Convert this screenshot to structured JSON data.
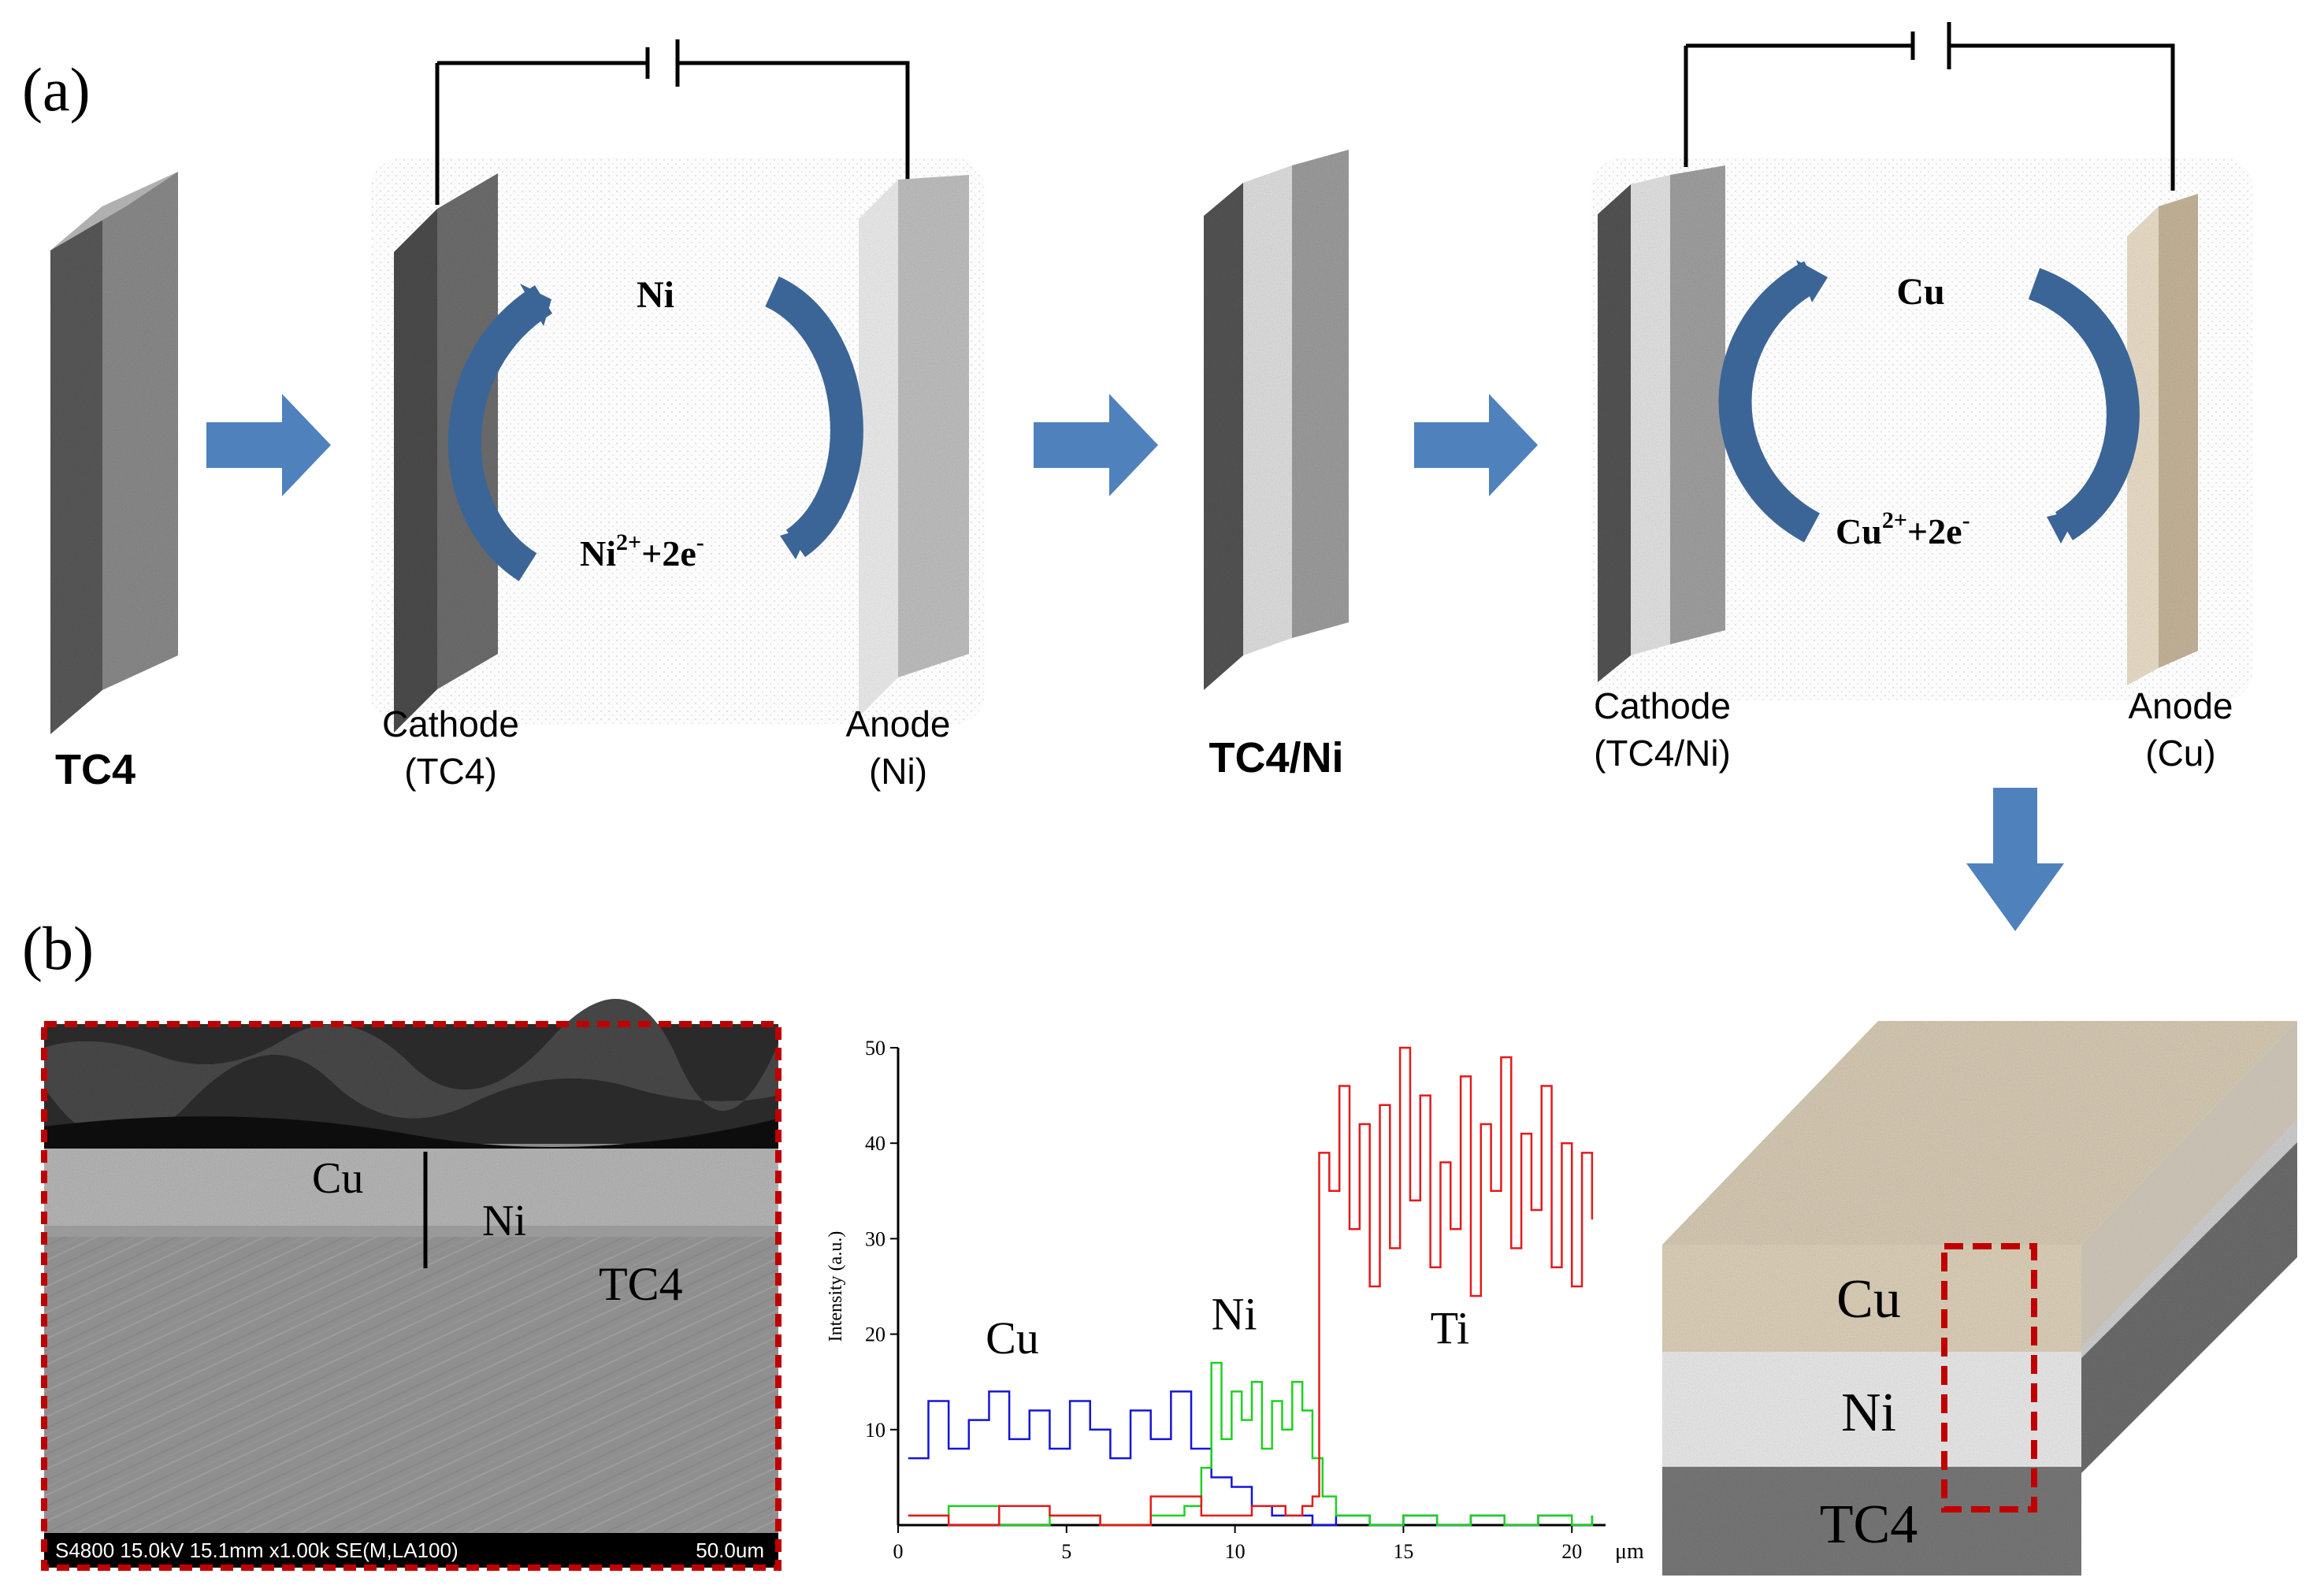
{
  "panel_a": {
    "label": "(a)",
    "stage1": {
      "label": "TC4"
    },
    "bath1": {
      "cathode": "Cathode",
      "cathode_sub": "(TC4)",
      "anode": "Anode",
      "anode_sub": "(Ni)",
      "metal": "Ni",
      "ion": "Ni",
      "ion_sup": "2+",
      "electrons": "+2e",
      "electron_sup": "-"
    },
    "stage3": {
      "label": "TC4/Ni"
    },
    "bath2": {
      "cathode": "Cathode",
      "cathode_sub": "(TC4/Ni)",
      "anode": "Anode",
      "anode_sub": "(Cu)",
      "metal": "Cu",
      "ion": "Cu",
      "ion_sup": "2+",
      "electrons": "+2e",
      "electron_sup": "-"
    }
  },
  "panel_b": {
    "label": "(b)",
    "sem": {
      "cu": "Cu",
      "ni": "Ni",
      "tc4": "TC4",
      "info": "S4800 15.0kV 15.1mm x1.00k SE(M,LA100)",
      "scale": "50.0um"
    },
    "block": {
      "cu": "Cu",
      "ni": "Ni",
      "tc4": "TC4"
    }
  },
  "colors": {
    "arrow": "#4f81bd",
    "cu_line": "#e31a1c",
    "ni_line": "#1fd11f",
    "cu_scan": "#1515d6",
    "highlight": "#c00000"
  },
  "chart_data": {
    "type": "line",
    "xlabel": "μm",
    "ylabel": "Intensity (a.u.)",
    "xlim": [
      0,
      21
    ],
    "ylim": [
      0,
      50
    ],
    "x_ticks": [
      "0",
      "5",
      "10",
      "15",
      "20"
    ],
    "y_ticks": [
      "10",
      "20",
      "30",
      "40",
      "50"
    ],
    "annotations": [
      "Cu",
      "Ni",
      "Ti"
    ],
    "series": [
      {
        "name": "Cu",
        "color": "#1515d6",
        "x": [
          0.3,
          0.9,
          1.5,
          2.1,
          2.7,
          3.3,
          3.9,
          4.5,
          5.1,
          5.7,
          6.3,
          6.9,
          7.5,
          8.1,
          8.7,
          9.3,
          9.9,
          10.5,
          11.1,
          11.7,
          12.3,
          13,
          14,
          15,
          16,
          17,
          18,
          19,
          20,
          20.6
        ],
        "y": [
          7,
          13,
          8,
          11,
          14,
          9,
          12,
          8,
          13,
          10,
          7,
          12,
          9,
          14,
          8,
          5,
          4,
          2,
          1,
          1,
          0,
          1,
          0,
          1,
          0,
          1,
          0,
          1,
          0,
          1
        ]
      },
      {
        "name": "Ni",
        "color": "#1fd11f",
        "x": [
          0.3,
          1.5,
          3,
          4.5,
          6,
          7.5,
          8.5,
          9.0,
          9.3,
          9.6,
          9.9,
          10.2,
          10.5,
          10.8,
          11.1,
          11.4,
          11.7,
          12.0,
          12.3,
          12.6,
          13,
          14,
          15,
          16,
          17,
          18,
          19,
          20,
          20.6
        ],
        "y": [
          1,
          2,
          0,
          1,
          0,
          1,
          2,
          6,
          17,
          9,
          14,
          11,
          15,
          8,
          13,
          10,
          15,
          12,
          7,
          3,
          1,
          0,
          1,
          0,
          1,
          0,
          1,
          0,
          1
        ]
      },
      {
        "name": "Ti",
        "color": "#e31a1c",
        "x": [
          0.3,
          1.5,
          3,
          4.5,
          6,
          7.5,
          9,
          10.5,
          11.5,
          12.0,
          12.3,
          12.5,
          12.8,
          13.1,
          13.4,
          13.7,
          14.0,
          14.3,
          14.6,
          14.9,
          15.2,
          15.5,
          15.8,
          16.1,
          16.4,
          16.7,
          17.0,
          17.3,
          17.6,
          17.9,
          18.2,
          18.5,
          18.8,
          19.1,
          19.4,
          19.7,
          20.0,
          20.3,
          20.6
        ],
        "y": [
          1,
          0,
          2,
          1,
          0,
          3,
          1,
          2,
          1,
          2,
          3,
          39,
          35,
          46,
          31,
          42,
          25,
          44,
          29,
          50,
          34,
          45,
          27,
          38,
          31,
          47,
          24,
          42,
          35,
          49,
          29,
          41,
          33,
          46,
          27,
          40,
          25,
          39,
          32
        ]
      }
    ]
  }
}
